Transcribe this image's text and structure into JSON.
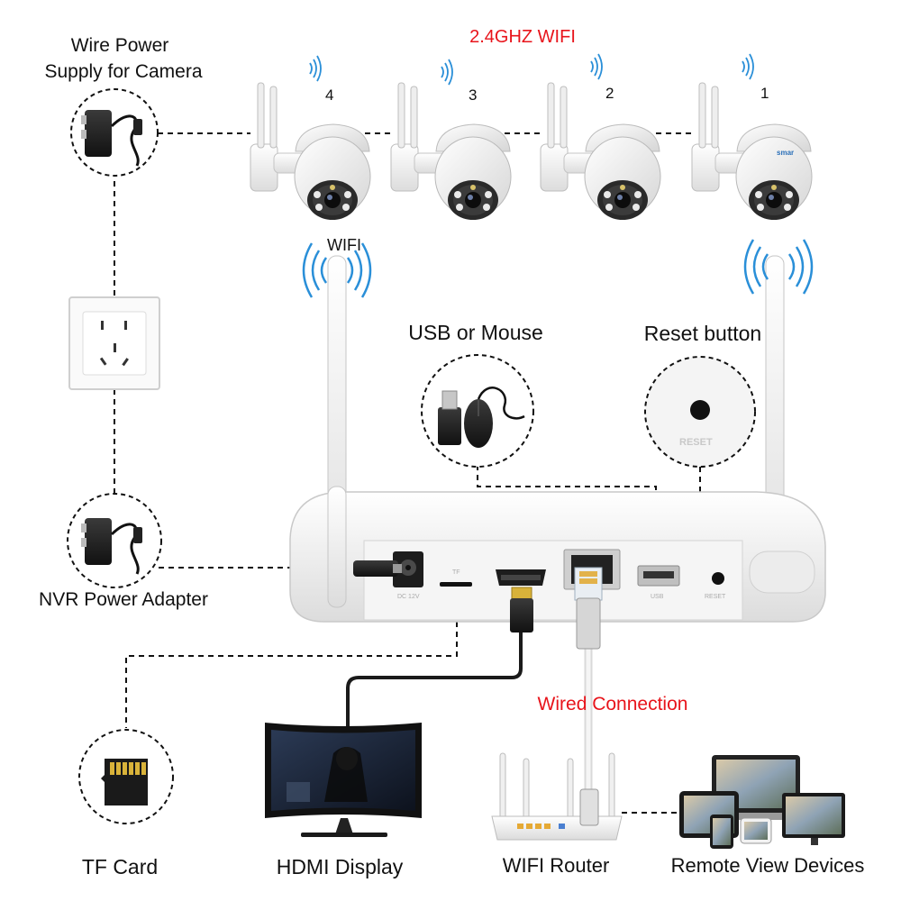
{
  "labels": {
    "wifi_band": "2.4GHZ WIFI",
    "wire_power_line1": "Wire Power",
    "wire_power_line2": "Supply for Camera",
    "wifi": "WIFI",
    "usb_or_mouse": "USB or Mouse",
    "reset_button": "Reset button",
    "nvr_power_adapter": "NVR Power Adapter",
    "wired_connection": "Wired Connection",
    "tf_card": "TF Card",
    "hdmi_display": "HDMI Display",
    "wifi_router": "WIFI Router",
    "remote_view_devices": "Remote View Devices"
  },
  "cameras": [
    {
      "number": "4",
      "brand": ""
    },
    {
      "number": "3",
      "brand": ""
    },
    {
      "number": "2",
      "brand": ""
    },
    {
      "number": "1",
      "brand": "smar"
    }
  ],
  "nvr_ports": {
    "dc": "DC 12V",
    "tf": "TF",
    "usb": "USB",
    "reset": "RESET"
  },
  "reset_zoom_text": "RESET",
  "colors": {
    "accent_red": "#e8141b",
    "wifi_blue": "#2a8fd8",
    "device_white": "#f2f2f2",
    "line": "#111111"
  },
  "icons": [
    "power-adapter-icon",
    "wall-socket-icon",
    "usb-stick-icon",
    "mouse-icon",
    "reset-hole-icon",
    "sd-card-icon",
    "monitor-icon",
    "router-icon",
    "laptop-icon",
    "tablet-icon",
    "phone-icon",
    "wifi-signal-icon",
    "hdmi-cable-icon",
    "ethernet-cable-icon",
    "dc-plug-icon"
  ]
}
